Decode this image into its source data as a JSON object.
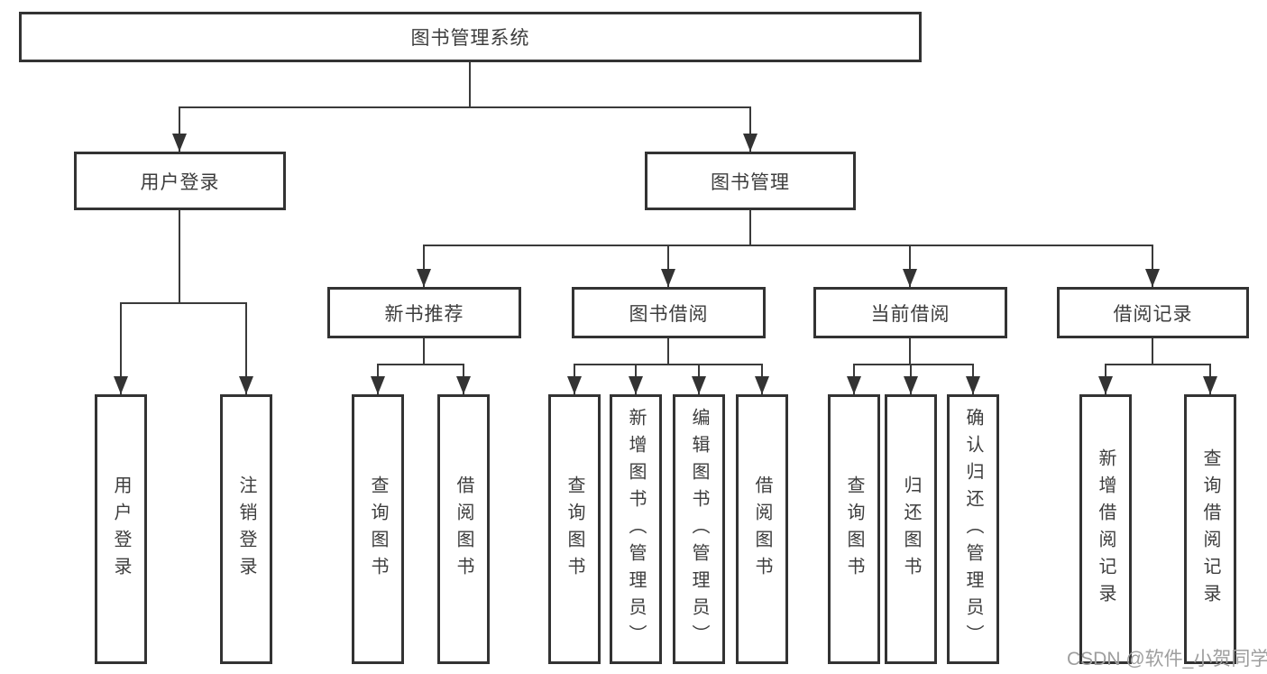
{
  "diagram": {
    "root": {
      "label": "图书管理系统"
    },
    "level2": [
      {
        "label": "用户登录"
      },
      {
        "label": "图书管理"
      }
    ],
    "level3": [
      {
        "label": "新书推荐"
      },
      {
        "label": "图书借阅"
      },
      {
        "label": "当前借阅"
      },
      {
        "label": "借阅记录"
      }
    ],
    "level4": [
      {
        "label": "用户登录"
      },
      {
        "label": "注销登录"
      },
      {
        "label": "查询图书"
      },
      {
        "label": "借阅图书"
      },
      {
        "label": "查询图书"
      },
      {
        "label": "新增图书（管理员）"
      },
      {
        "label": "编辑图书（管理员）"
      },
      {
        "label": "借阅图书"
      },
      {
        "label": "查询图书"
      },
      {
        "label": "归还图书"
      },
      {
        "label": "确认归还（管理员）"
      },
      {
        "label": "新增借阅记录"
      },
      {
        "label": "查询借阅记录"
      }
    ],
    "watermark": "CSDN @软件_小贺同学",
    "colors": {
      "line": "#333333",
      "text": "#3d3d3d",
      "watermark": "#9e9e9e",
      "background": "#ffffff"
    }
  }
}
